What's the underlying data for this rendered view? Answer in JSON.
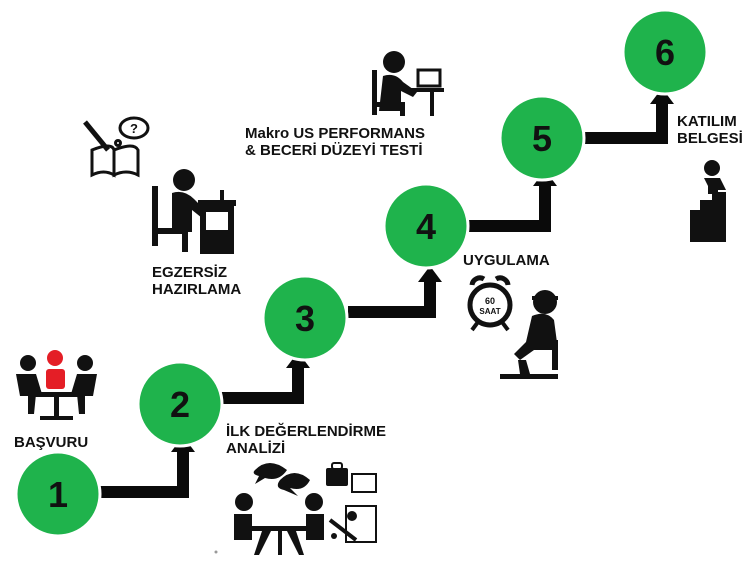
{
  "colors": {
    "step_circle": "#1fb34c",
    "step_circle_outline": "#ffffff",
    "arrow": "#0a0a0a",
    "icon": "#111111",
    "accent_person": "#e41e26",
    "text": "#111111"
  },
  "steps": [
    {
      "number": "1",
      "label_lines": [
        "BAŞVURU"
      ],
      "icon": "meeting-people-icon"
    },
    {
      "number": "2",
      "label_lines": [
        "İLK DEĞERLENDİRME",
        "ANALİZİ"
      ],
      "icon": "discussion-table-icon"
    },
    {
      "number": "3",
      "label_lines": [
        "EGZERSİZ",
        "HAZIRLAMA"
      ],
      "icon": "student-desk-icon"
    },
    {
      "number": "4",
      "label_lines": [
        "UYGULAMA"
      ],
      "icon": "alarm-clock-person-icon"
    },
    {
      "number": "5",
      "label_lines": [
        "Makro US PERFORMANS",
        "& BECERİ DÜZEYİ TESTİ"
      ],
      "icon": "computer-user-icon"
    },
    {
      "number": "6",
      "label_lines": [
        "KATILIM",
        "BELGESİ"
      ],
      "icon": "podium-person-icon"
    }
  ],
  "clock": {
    "line1": "60",
    "line2": "SAAT"
  },
  "thought_symbol": "?"
}
